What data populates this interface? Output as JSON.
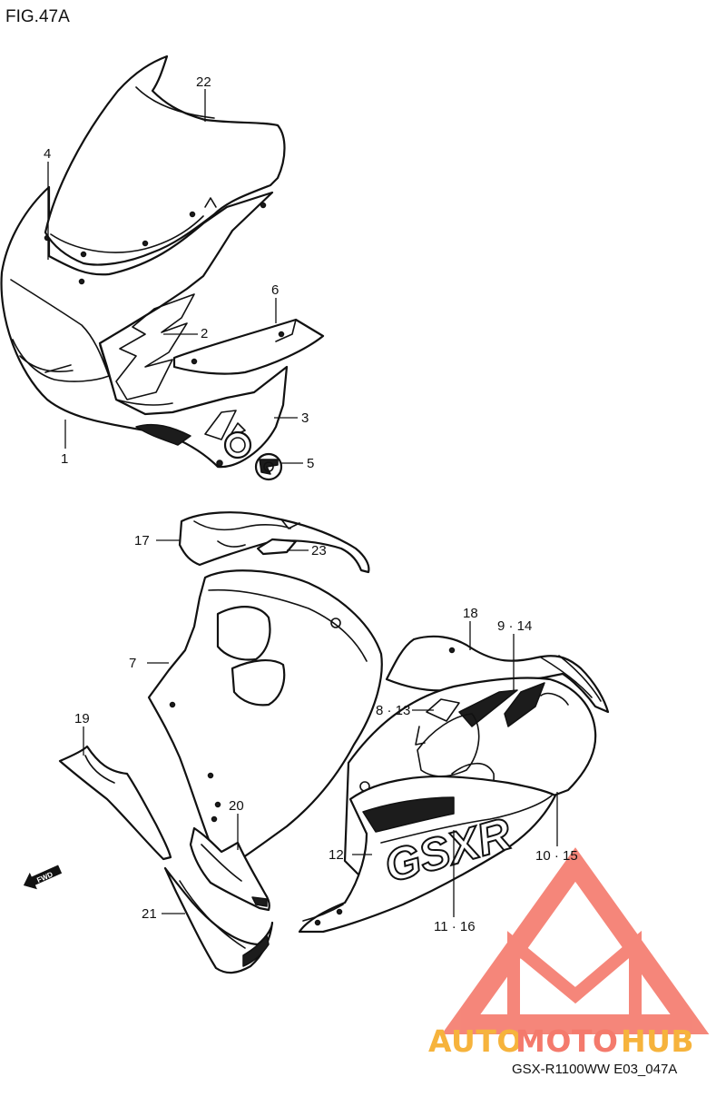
{
  "figure": {
    "title": "FIG.47A",
    "model_code": "GSX-R1100WW  E03_047A"
  },
  "callouts": [
    {
      "id": "c22",
      "label": "22"
    },
    {
      "id": "c4",
      "label": "4"
    },
    {
      "id": "c6",
      "label": "6"
    },
    {
      "id": "c2",
      "label": "2"
    },
    {
      "id": "c3",
      "label": "3"
    },
    {
      "id": "c1",
      "label": "1"
    },
    {
      "id": "c5",
      "label": "5"
    },
    {
      "id": "c17",
      "label": "17"
    },
    {
      "id": "c23",
      "label": "23"
    },
    {
      "id": "c18",
      "label": "18"
    },
    {
      "id": "c9_14",
      "label": "9 · 14"
    },
    {
      "id": "c7",
      "label": "7"
    },
    {
      "id": "c8_13",
      "label": "8 · 13"
    },
    {
      "id": "c19",
      "label": "19"
    },
    {
      "id": "c20",
      "label": "20"
    },
    {
      "id": "c12",
      "label": "12"
    },
    {
      "id": "c10_15",
      "label": "10 · 15"
    },
    {
      "id": "c21",
      "label": "21"
    },
    {
      "id": "c11_16",
      "label": "11 · 16"
    }
  ],
  "direction_badge": {
    "label": "FWD",
    "icon": "forward-arrow-icon"
  },
  "decal_text": "GSXR",
  "watermark": {
    "brand_part1": "AUTO",
    "brand_part2": "MOTO",
    "brand_part3": "HUB",
    "color_primary": "#f47a6c",
    "color_secondary": "#f6b33c"
  }
}
